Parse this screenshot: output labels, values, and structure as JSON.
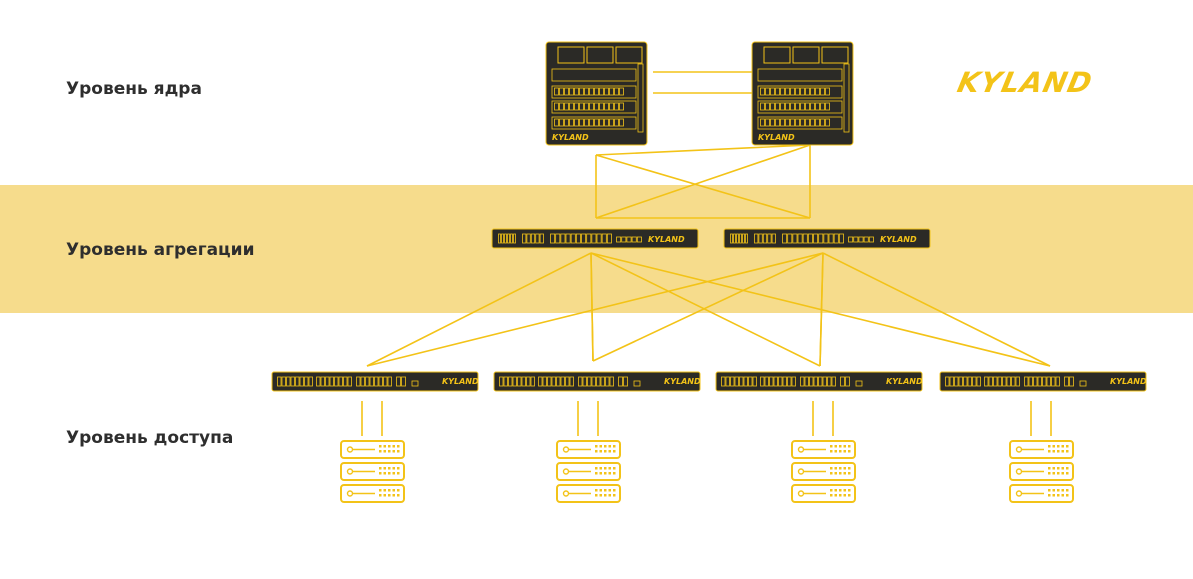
{
  "layers": {
    "core": "Уровень ядра",
    "aggregation": "Уровень агрегации",
    "access": "Уровень доступа"
  },
  "brand": {
    "logo_text": "KYLAND",
    "device_label": "KYLAND"
  },
  "colors": {
    "accent": "#f3c318",
    "band": "#f6dc8c",
    "device_body": "#2b2a26",
    "label": "#2e2e2e"
  },
  "icons": {
    "core": "chassis-switch-icon",
    "aggregation": "rack-switch-icon",
    "access": "access-switch-icon",
    "server": "server-stack-icon"
  }
}
